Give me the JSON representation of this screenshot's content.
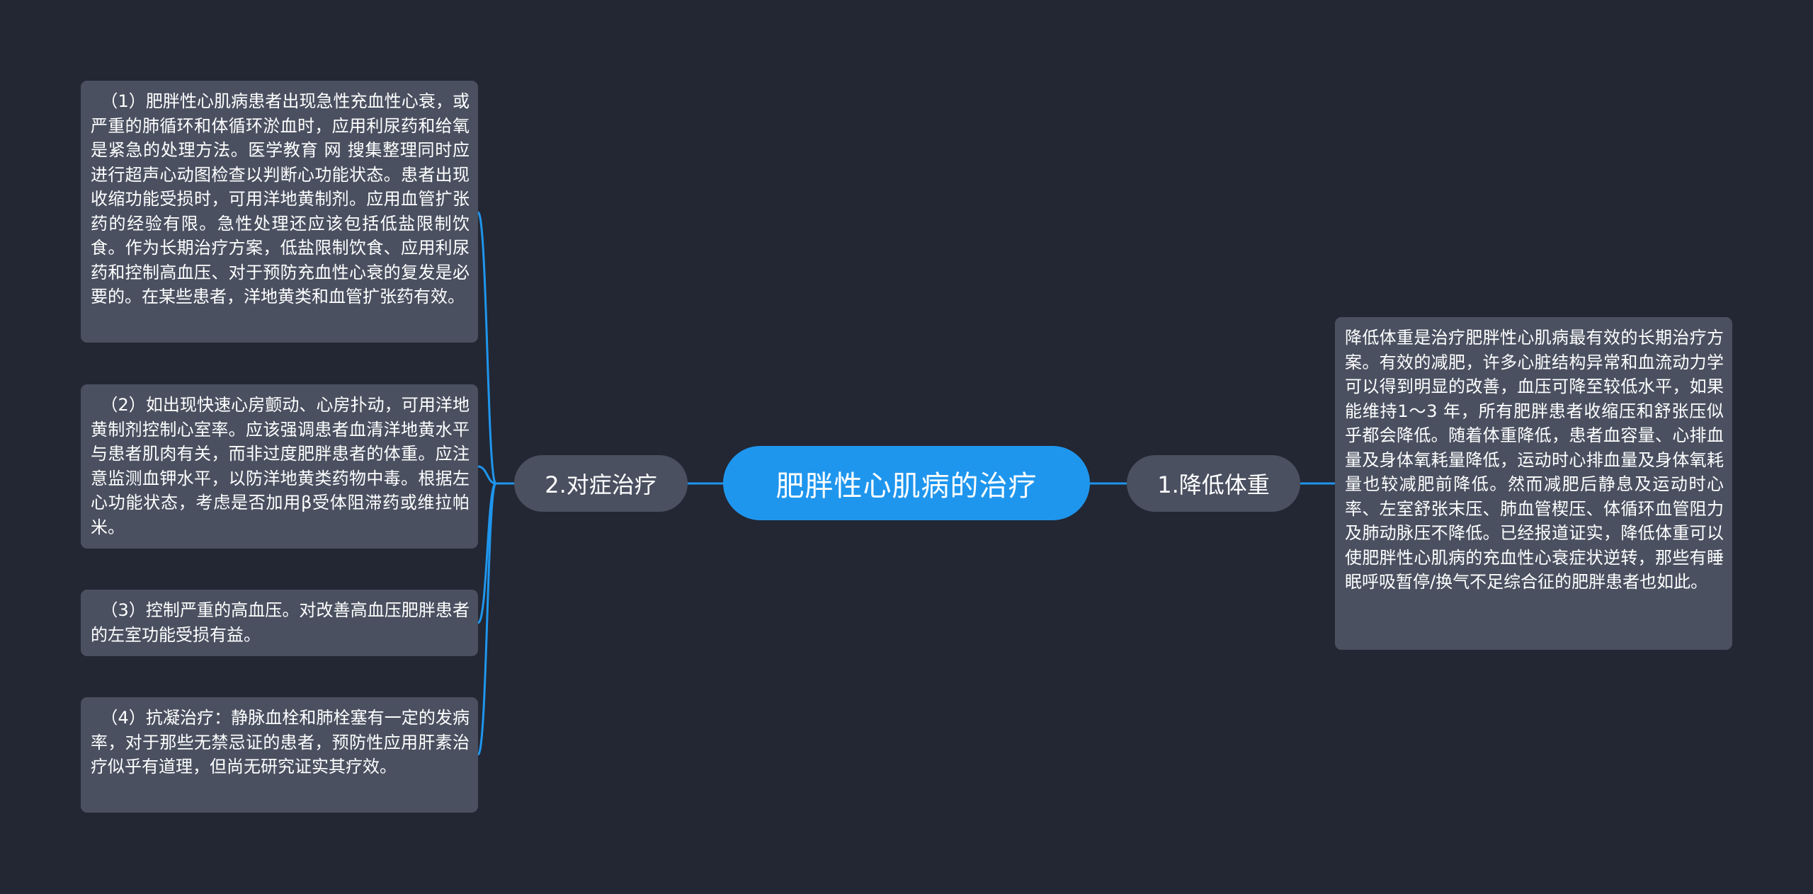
{
  "central_topic": "肥胖性心肌病的治疗",
  "branches": {
    "left": {
      "label": "2.对症治疗",
      "leaves": [
        "（1）肥胖性心肌病患者出现急性充血性心衰，或严重的肺循环和体循环淤血时，应用利尿药和给氧是紧急的处理方法。医学教育 网 搜集整理同时应进行超声心动图检查以判断心功能状态。患者出现收缩功能受损时，可用洋地黄制剂。应用血管扩张药的经验有限。急性处理还应该包括低盐限制饮食。作为长期治疗方案，低盐限制饮食、应用利尿药和控制高血压、对于预防充血性心衰的复发是必要的。在某些患者，洋地黄类和血管扩张药有效。",
        "（2）如出现快速心房颤动、心房扑动，可用洋地黄制剂控制心室率。应该强调患者血清洋地黄水平与患者肌肉有关，而非过度肥胖患者的体重。应注意监测血钾水平，以防洋地黄类药物中毒。根据左心功能状态，考虑是否加用β受体阻滞药或维拉帕米。",
        "（3）控制严重的高血压。对改善高血压肥胖患者的左室功能受损有益。",
        "（4）抗凝治疗：静脉血栓和肺栓塞有一定的发病率，对于那些无禁忌证的患者，预防性应用肝素治疗似乎有道理，但尚无研究证实其疗效。"
      ]
    },
    "right": {
      "label": "1.降低体重",
      "leaves": [
        "降低体重是治疗肥胖性心肌病最有效的长期治疗方案。有效的减肥，许多心脏结构异常和血流动力学可以得到明显的改善，血压可降至较低水平，如果能维持1～3 年，所有肥胖患者收缩压和舒张压似乎都会降低。随着体重降低，患者血容量、心排血量及身体氧耗量降低，运动时心排血量及身体氧耗量也较减肥前降低。然而减肥后静息及运动时心率、左室舒张末压、肺血管楔压、体循环血管阻力及肺动脉压不降低。已经报道证实，降低体重可以使肥胖性心肌病的充血性心衰症状逆转，那些有睡眠呼吸暂停/换气不足综合征的肥胖患者也如此。"
      ]
    }
  },
  "colors": {
    "background": "#222733",
    "central": "#1f96ee",
    "node": "#4a5060",
    "connector": "#1f96ee"
  }
}
